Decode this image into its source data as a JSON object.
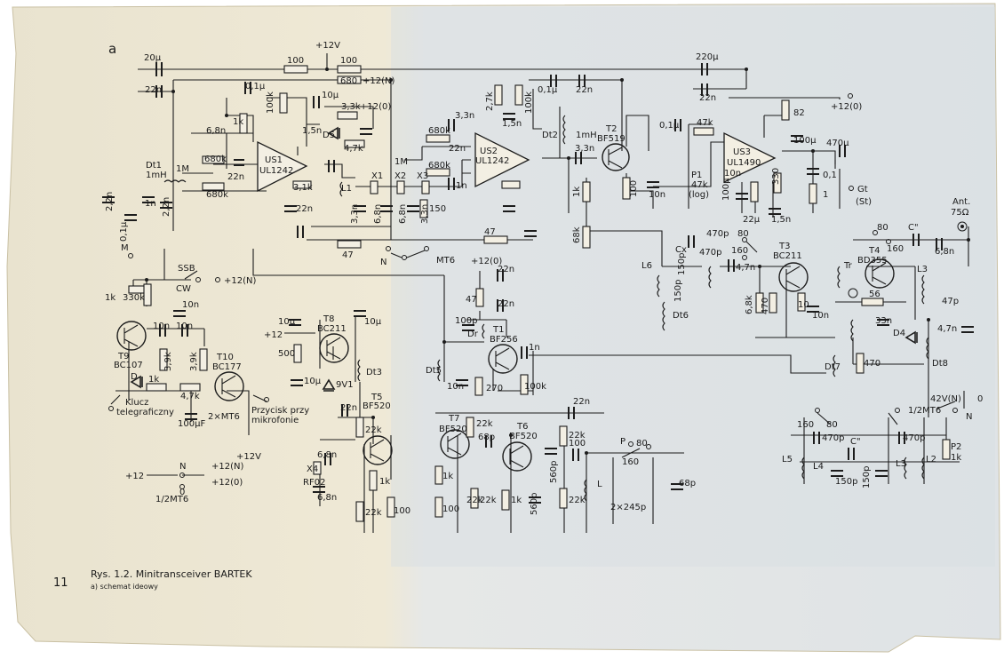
{
  "sheet": {
    "corner_mark": "a",
    "page_number": "11",
    "caption_title": "Rys. 1.2. Minitransceiver BARTEK",
    "caption_subtitle": "a) schemat ideowy"
  },
  "components": {
    "c_20u": "20μ",
    "c_22n_tl": "22n",
    "r_100_top": "100",
    "r_100_top2": "100",
    "r_680": "680",
    "rail_12n_top": "+12(N)",
    "rail_12v_top": "+12V",
    "c_01u_a": "0,1μ",
    "r_100k_a": "100k",
    "r_1k_a": "1k",
    "c_10u_a": "10μ",
    "c_68n": "6,8n",
    "r_680k_a": "680k",
    "r_680k_b": "680k",
    "c_22n_a": "22n",
    "r_1m_a": "1M",
    "dt1": "Dt1",
    "dt1_val": "1mH",
    "c_22n_b": "2,2n",
    "c_22n_c": "2,2n",
    "c_01u_m": "0,1μ",
    "m_label": "M",
    "c_1n_a": "1n",
    "us1": "US1",
    "us1_type": "UL1242",
    "d5": "D5",
    "r_33k": "3,3k",
    "r_47k_a": "4,7k",
    "rail_12o_a": "+12(0)",
    "c_15n": "1,5n",
    "r_31k": "3,1k",
    "l1": "L1",
    "x1": "X1",
    "x2": "X2",
    "x3": "X3",
    "c_33n": "3,3n",
    "c_68n_x": "6,8n",
    "c_68n_x2": "6,8n",
    "c_33n_x": "3,3n",
    "c_1n_x": "1n",
    "r_150": "150",
    "r_22n_b": "22n",
    "us2": "US2",
    "us2_type": "UL1242",
    "r_680k_c": "680k",
    "r_680k_d": "680k",
    "c_33n_t": "3,3n",
    "c_22n_us2": "22n",
    "r_1m_b": "1M",
    "r_27k": "2,7k",
    "r_100k_b": "100k",
    "c_15n_b": "1,5n",
    "c_01u_b": "0,1μ",
    "c_22n_d": "22n",
    "dt2": "Dt2",
    "dt2_val": "1mH",
    "c_33n_b": "3,3n",
    "t2": "T2",
    "t2_type": "BF519",
    "r_1k_t2": "1k",
    "r_100_t2": "100",
    "c_10n_t2": "10n",
    "r_68k": "68k",
    "c_220u": "220μ",
    "c_22n_e": "22n",
    "rail_12o_b": "+12(0)",
    "c_01u_c": "0,1μ",
    "r_47k_p": "47k",
    "p1": "P1",
    "p1_val": "47k",
    "p1_log": "(log)",
    "us3": "US3",
    "us3_type": "UL1490",
    "r_82": "82",
    "c_100u": "100μ",
    "c_470u": "470μ",
    "c_01_b": "0,1",
    "r_1_b": "1",
    "r_330": "330",
    "c_15n_c": "1,5n",
    "c_100u_b": "100μ",
    "gt": "Gt",
    "gt_st": "(St)",
    "c_22u": "22μ",
    "c_10n_us3": "10n",
    "r_47_a": "47",
    "r_47_b": "47",
    "ant": "Ant.",
    "ant_imp": "75Ω",
    "sw_n": "N",
    "sw_mt6": "MT6",
    "t3": "T3",
    "t3_type": "BC211",
    "c_cx": "Cx",
    "c_470p_a": "470p",
    "c_470p_b": "470p",
    "c_150p_a": "150p",
    "r_80": "80",
    "r_160": "160",
    "c_47n_a": "4,7n",
    "r_68k_t3": "6,8k",
    "r_470_t3": "470",
    "r_10_t3": "10",
    "c_10n_t3": "10n",
    "l6": "L6",
    "dt6": "Dt6",
    "c_150p_b": "150p",
    "tr": "Tr",
    "t4": "T4",
    "t4_type": "BD355",
    "r_80_t4": "80",
    "r_160_t4": "160",
    "c_cx_t4": "C\"",
    "c_68n_t4": "6,8n",
    "l3_a": "L3",
    "c_47p": "47p",
    "r_56": "56",
    "c_33n_t4": "33n",
    "d4": "D4",
    "c_47n_b": "4,7n",
    "r_470_t4": "470",
    "dt7": "Dt7",
    "dt8": "Dt8",
    "rail_42v": "42V(N)",
    "sw_mt6_half": "1/2MT6",
    "sw_n2": "N",
    "sw_o2": "0",
    "sw_160_b": "160",
    "sw_80_b": "80",
    "c_470p_c": "470p",
    "c_470p_d": "470p",
    "c_cx_b": "C\"",
    "c_150p_c": "150p",
    "c_150p_d": "150p",
    "l5": "L5",
    "l4": "L4",
    "l3_b": "L3",
    "l2": "L2",
    "p2": "P2",
    "p2_val": "1k",
    "ssb": "SSB",
    "cw": "CW",
    "rail_12n_ssb": "+12(N)",
    "r_1k_t9": "1k",
    "r_330k": "330k",
    "c_10n_t9": "10n",
    "c_10n_t9b": "10n",
    "c_10n_t9c": "10n",
    "t9": "T9",
    "t9_type": "BC107",
    "r_39k_a": "3,9k",
    "r_39k_b": "3,9k",
    "t10": "T10",
    "t10_type": "BC177",
    "d_label": "D",
    "r_1k_t10": "1k",
    "r_47k_t10": "4,7k",
    "klucz": "Klucz",
    "klucz_b": "telegraficzny",
    "c_100uf": "100μF",
    "mt6_2x": "2×MT6",
    "przycisk": "Przycisk przy",
    "mikrofonie": "mikrofonie",
    "rail_12v_b": "+12V",
    "t8": "T8",
    "t8_type": "BC211",
    "c_10u_t8a": "10μ",
    "c_10u_t8b": "10μ",
    "c_10u_t8c": "10μ",
    "rail_12_t8": "+12",
    "r_500": "500",
    "d_9v1": "9V1",
    "dt3": "Dt3",
    "t5": "T5",
    "t5_type": "BF520",
    "c_22n_t5": "22n",
    "r_22k_t5": "22k",
    "r_1k_t5": "1k",
    "r_22k_t5b": "22k",
    "r_100_t5": "100",
    "x4": "X4",
    "x4_type": "RF02",
    "c_68n_x4a": "6,8n",
    "c_68n_x4b": "6,8n",
    "rail_12_mode": "+12",
    "mode_n": "N",
    "mode_o": "0",
    "rail_12n_m": "+12(N)",
    "rail_12o_m": "+12(0)",
    "mt6_half_b": "1/2MT6",
    "rail_12o_t1": "+12(0)",
    "c_22n_t1": "22n",
    "r_47_t1": "47",
    "c_22n_t1b": "22n",
    "c_100p_t1": "100p",
    "dr": "Dr",
    "t1": "T1",
    "t1_type": "BF256",
    "c_1n_t1": "1n",
    "dt5": "Dt5",
    "c_10n_t1": "10n",
    "r_270": "270",
    "r_100k_t1": "100k",
    "t7": "T7",
    "t7_type": "BF520",
    "r_22k_t7": "22k",
    "c_68p": "68p",
    "r_1k_t7": "1k",
    "r_100_t7": "100",
    "t6": "T6",
    "t6_type": "BF520",
    "c_22n_t6": "22n",
    "r_22k_t6": "22k",
    "c_100_t6": "100",
    "c_560p_a": "560p",
    "c_560p_b": "560p",
    "r_22k_t6b": "22k",
    "r_22k_t6c": "22k",
    "r_1k_t6": "1k",
    "r_22k_t6d": "22k",
    "sw_p": "P",
    "sw_p80": "80",
    "sw_p160": "160",
    "l_vfo": "L",
    "c_2x245": "2×245p",
    "c_68p_b": "68p"
  }
}
